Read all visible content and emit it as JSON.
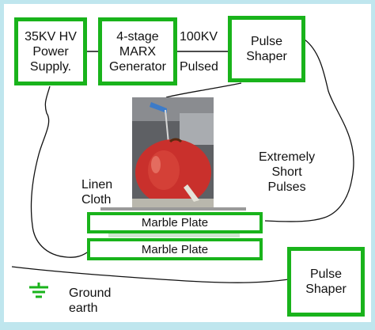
{
  "blocks": {
    "power_supply": "35KV HV\nPower\nSupply.",
    "marx": "4-stage\nMARX\nGenerator",
    "pulse_shaper_top": "Pulse\nShaper",
    "pulse_shaper_bottom": "Pulse\nShaper"
  },
  "labels": {
    "voltage": "100KV",
    "pulsed": "Pulsed",
    "extremely_short_pulses": "Extremely\nShort\nPulses",
    "linen_cloth": "Linen\nCloth",
    "ground_earth": "Ground\nearth"
  },
  "plates": {
    "top": "Marble Plate",
    "bottom": "Marble Plate"
  },
  "colors": {
    "box_border": "#19b31b",
    "frame": "#bfe6ee",
    "apple": "#c9302c"
  },
  "icons": {
    "ground": "ground-symbol-icon",
    "apple": "apple-photo"
  }
}
